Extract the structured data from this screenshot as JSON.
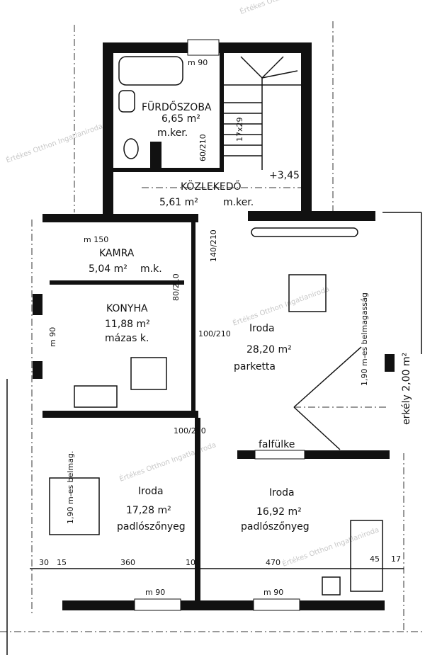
{
  "watermark": "Értékes Otthon Ingatlaniroda",
  "bathroom": {
    "name": "FÜRDŐSZOBA",
    "area": "6,65 m²",
    "floor": "m.ker.",
    "window": "m 90",
    "door": "60/210"
  },
  "stairs": {
    "size": "17x29"
  },
  "hallway": {
    "name": "KÖZLEKEDŐ",
    "area": "5,61 m²",
    "floor": "m.ker.",
    "level": "+3,45"
  },
  "pantry": {
    "name": "KAMRA",
    "area": "5,04 m²",
    "floor": "m.k.",
    "window": "m 150",
    "door": "80/210"
  },
  "kitchen": {
    "name": "KONYHA",
    "area": "11,88 m²",
    "floor": "mázas k.",
    "window": "m 90",
    "door": "100/210"
  },
  "office_main": {
    "name": "Iroda",
    "area": "28,20 m²",
    "floor": "parketta",
    "niche": "falfülke",
    "height_note": "1,90 m-es belmagasság",
    "door": "140/210"
  },
  "balcony": {
    "label": "erkély 2,00 m²"
  },
  "office_left": {
    "name": "Iroda",
    "area": "17,28 m²",
    "floor": "padlószőnyeg",
    "height_note": "1,90 m-es belmag.",
    "door": "100/210",
    "window": "m 90"
  },
  "office_right": {
    "name": "Iroda",
    "area": "16,92 m²",
    "floor": "padlószőnyeg",
    "window": "m 90"
  },
  "dimensions": [
    "30",
    "15",
    "360",
    "10",
    "470",
    "45",
    "17"
  ]
}
